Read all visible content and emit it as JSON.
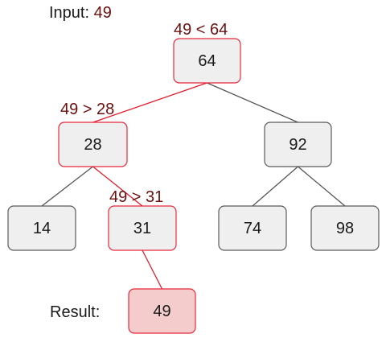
{
  "input": {
    "label": "Input: ",
    "value": "49"
  },
  "result": {
    "label": "Result:",
    "value": "49"
  },
  "nodes": [
    {
      "id": "n64",
      "label": "64",
      "on_path": true,
      "is_result": false
    },
    {
      "id": "n28",
      "label": "28",
      "on_path": true,
      "is_result": false
    },
    {
      "id": "n92",
      "label": "92",
      "on_path": false,
      "is_result": false
    },
    {
      "id": "n14",
      "label": "14",
      "on_path": false,
      "is_result": false
    },
    {
      "id": "n31",
      "label": "31",
      "on_path": true,
      "is_result": false
    },
    {
      "id": "n74",
      "label": "74",
      "on_path": false,
      "is_result": false
    },
    {
      "id": "n98",
      "label": "98",
      "on_path": false,
      "is_result": false
    },
    {
      "id": "n49",
      "label": "49",
      "on_path": true,
      "is_result": true
    }
  ],
  "edges": [
    {
      "from": "n64",
      "to": "n28",
      "on_path": true
    },
    {
      "from": "n64",
      "to": "n92",
      "on_path": false
    },
    {
      "from": "n28",
      "to": "n14",
      "on_path": false
    },
    {
      "from": "n28",
      "to": "n31",
      "on_path": true
    },
    {
      "from": "n92",
      "to": "n74",
      "on_path": false
    },
    {
      "from": "n92",
      "to": "n98",
      "on_path": false
    },
    {
      "from": "n31",
      "to": "n49",
      "on_path": true
    }
  ],
  "comparisons": [
    {
      "text": "49 < 64",
      "node": "n64"
    },
    {
      "text": "49 > 28",
      "node": "n28"
    },
    {
      "text": "49 > 31",
      "node": "n31"
    }
  ],
  "colors": {
    "node_fill": "#efefef",
    "node_stroke": "#5a5a5a",
    "path_stroke": "#e8283a",
    "result_fill": "#f4cccc",
    "edge": "#555555",
    "path_edge": "#e01c2c",
    "comparison_text": "#6b0f0f",
    "text": "#1a1a1a"
  }
}
